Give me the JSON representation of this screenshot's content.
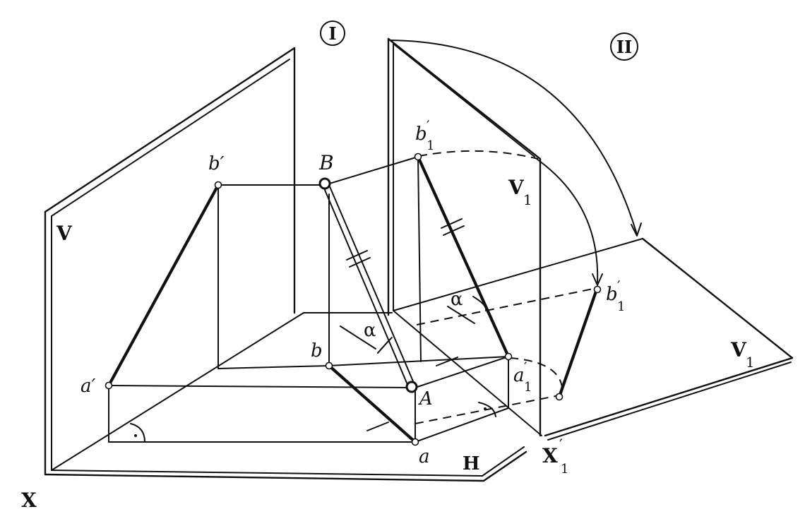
{
  "diagram": {
    "labels": {
      "roman_1": "I",
      "roman_2": "II",
      "plane_v": "V",
      "plane_v1_upper": "V",
      "plane_v1_upper_sub": "1",
      "plane_v1_lower": "V",
      "plane_v1_lower_sub": "1",
      "plane_h": "H",
      "axis_x": "X",
      "axis_x1": "X",
      "axis_x1_prime": "′",
      "axis_x1_sub": "1",
      "point_big_a": "A",
      "point_big_b": "B",
      "point_a": "a",
      "point_b": "b",
      "point_a_prime": "a′",
      "point_b_prime": "b′",
      "point_a1": "a",
      "point_a1_prime": "′",
      "point_a1_sub": "1",
      "point_b1": "b",
      "point_b1_prime": "′",
      "point_b1_sub": "1",
      "point_b1r": "b",
      "point_b1r_prime": "′",
      "point_b1r_sub": "1",
      "angle_alpha_1": "α",
      "angle_alpha_2": "α"
    }
  }
}
